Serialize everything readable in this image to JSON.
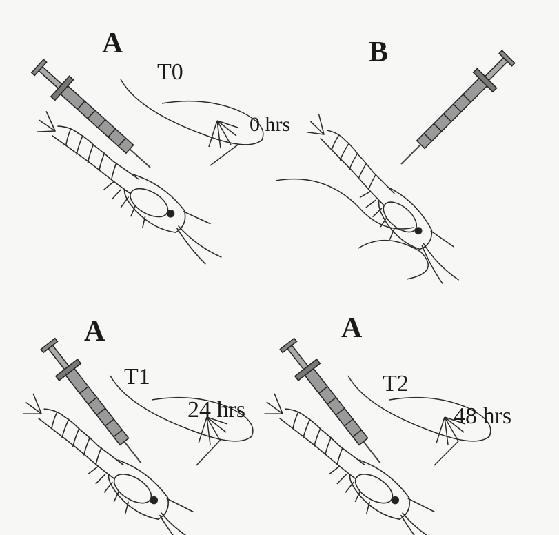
{
  "panels": {
    "t0": {
      "group": "A",
      "time_code": "T0",
      "duration": "0 hrs"
    },
    "b": {
      "group": "B"
    },
    "t1": {
      "group": "A",
      "time_code": "T1",
      "duration": "24 hrs"
    },
    "t2": {
      "group": "A",
      "time_code": "T2",
      "duration": "48 hrs"
    }
  }
}
